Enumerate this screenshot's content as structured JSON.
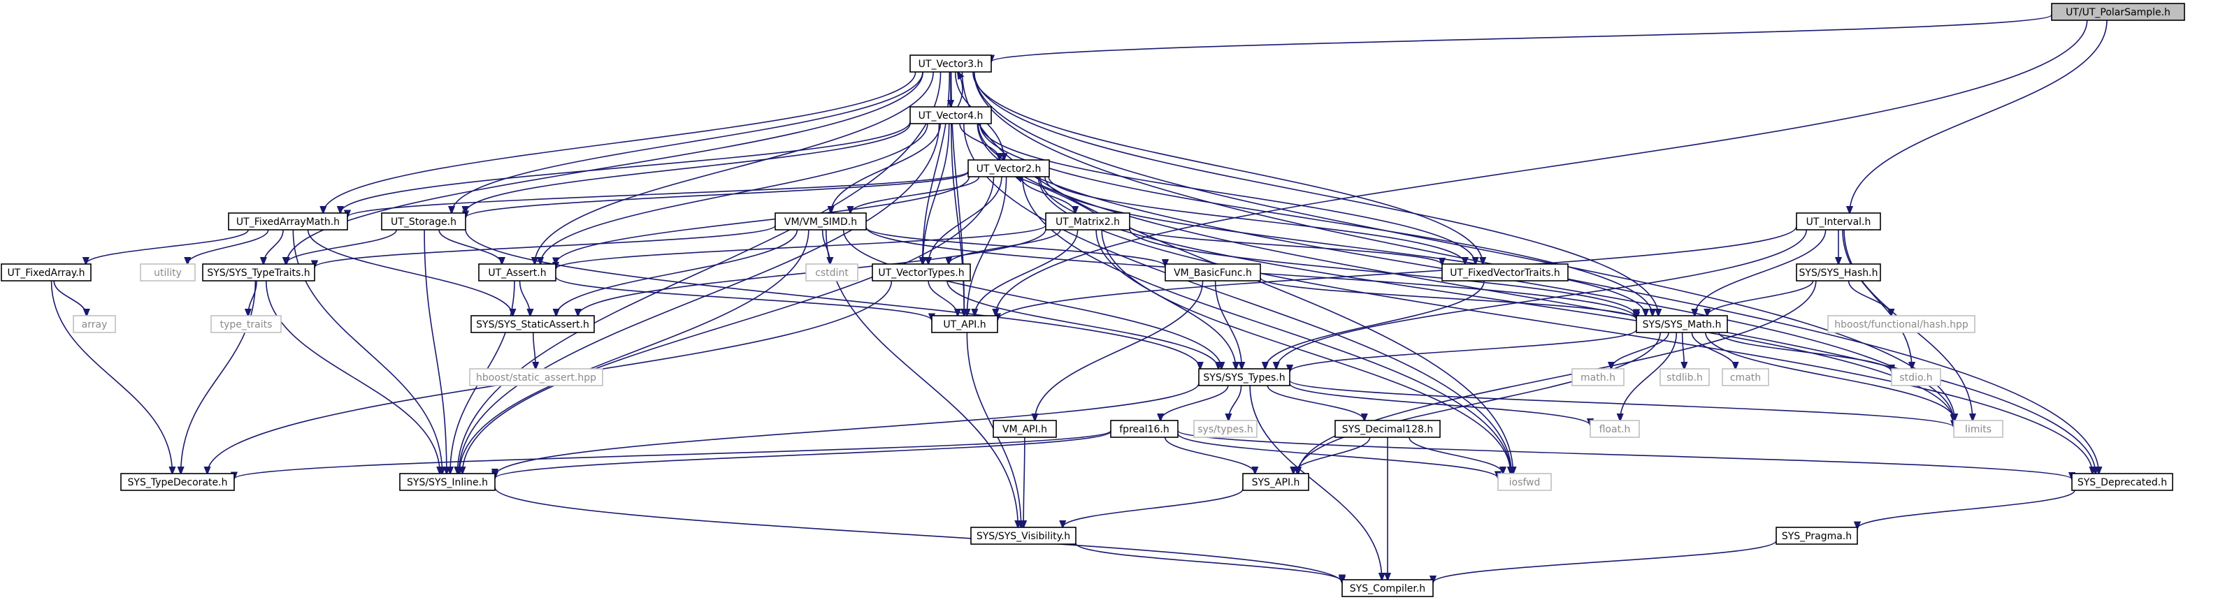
{
  "nodes": {
    "polarsample": "UT/UT_PolarSample.h",
    "vector3": "UT_Vector3.h",
    "vector4": "UT_Vector4.h",
    "vector2": "UT_Vector2.h",
    "fixedarraymath": "UT_FixedArrayMath.h",
    "storage": "UT_Storage.h",
    "vmsimd": "VM/VM_SIMD.h",
    "matrix2": "UT_Matrix2.h",
    "interval": "UT_Interval.h",
    "fixedarray": "UT_FixedArray.h",
    "utility": "utility",
    "typetraits": "SYS/SYS_TypeTraits.h",
    "assert": "UT_Assert.h",
    "cstdint": "cstdint",
    "vectortypes": "UT_VectorTypes.h",
    "vmbasicfunc": "VM_BasicFunc.h",
    "fixedvectortraits": "UT_FixedVectorTraits.h",
    "syshash": "SYS/SYS_Hash.h",
    "array": "array",
    "type_traits": "type_traits",
    "staticassert": "SYS/SYS_StaticAssert.h",
    "utapi": "UT_API.h",
    "sysmath": "SYS/SYS_Math.h",
    "hashhpp": "hboost/functional/hash.hpp",
    "staticasserthpp": "hboost/static_assert.hpp",
    "systypes": "SYS/SYS_Types.h",
    "mathh": "math.h",
    "stdlib": "stdlib.h",
    "cmath": "cmath",
    "stdio": "stdio.h",
    "vmapi": "VM_API.h",
    "fpreal16": "fpreal16.h",
    "systypesh": "sys/types.h",
    "decimal128": "SYS_Decimal128.h",
    "floath": "float.h",
    "limits": "limits",
    "typedecorate": "SYS_TypeDecorate.h",
    "sysinline": "SYS/SYS_Inline.h",
    "sysapi": "SYS_API.h",
    "iosfwd": "iosfwd",
    "deprecated": "SYS_Deprecated.h",
    "visibility": "SYS/SYS_Visibility.h",
    "pragma": "SYS_Pragma.h",
    "compiler": "SYS_Compiler.h"
  }
}
